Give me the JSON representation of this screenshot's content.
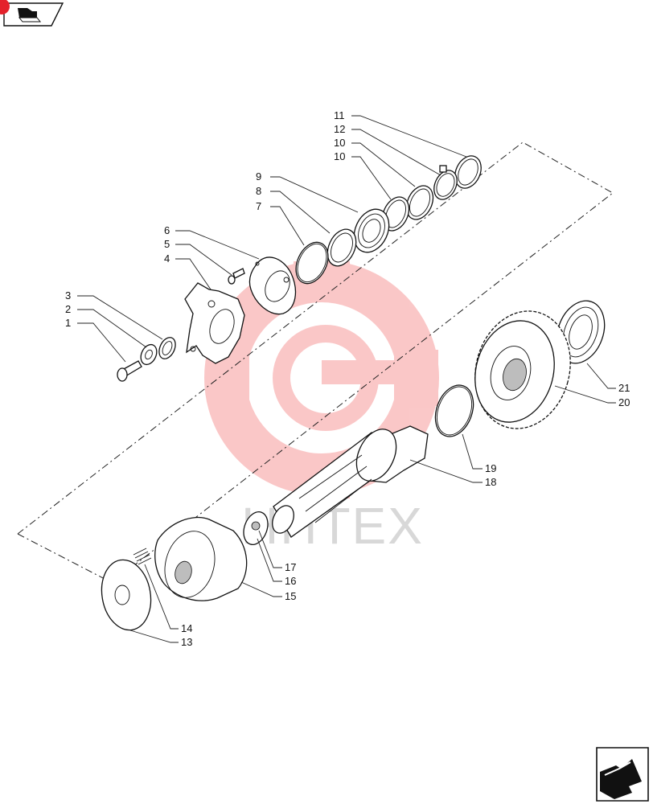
{
  "watermark": {
    "text": "HHTEX",
    "color": "#f04a4a"
  },
  "icons": {
    "top_left": "book-arrow-icon",
    "bottom_right": "next-page-arrow-icon"
  },
  "callouts": [
    "1",
    "2",
    "3",
    "4",
    "5",
    "6",
    "7",
    "8",
    "9",
    "10",
    "10",
    "11",
    "12",
    "13",
    "14",
    "15",
    "16",
    "17",
    "18",
    "19",
    "20",
    "21"
  ]
}
